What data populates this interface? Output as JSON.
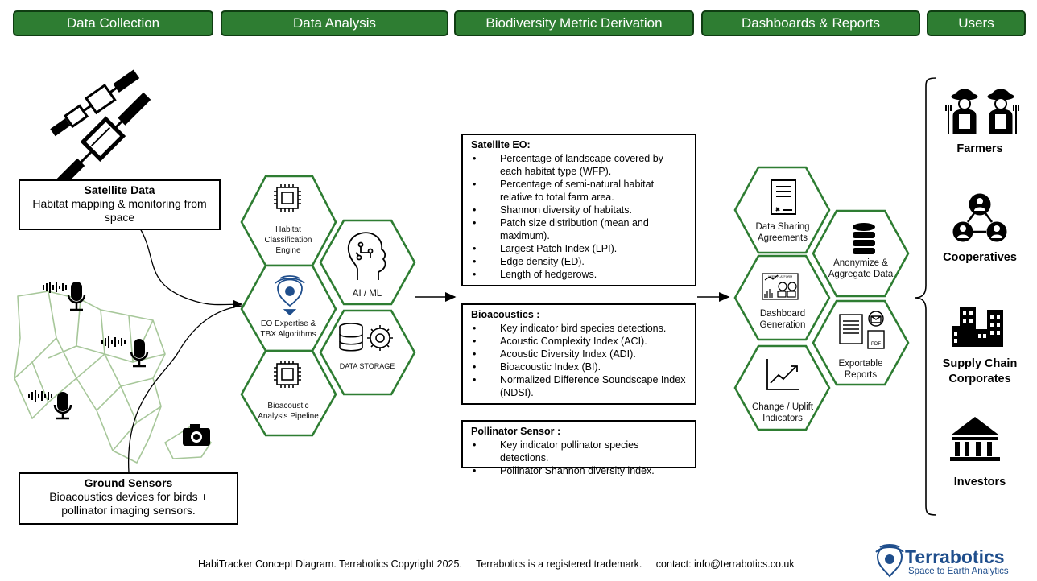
{
  "headers": [
    "Data Collection",
    "Data Analysis",
    "Biodiversity Metric Derivation",
    "Dashboards & Reports",
    "Users"
  ],
  "sources": {
    "satellite": {
      "title": "Satellite Data",
      "desc": "Habitat mapping & monitoring from space"
    },
    "ground": {
      "title": "Ground Sensors",
      "desc": "Bioacoustics devices for birds + pollinator imaging sensors."
    }
  },
  "analysis": {
    "habitat": "Habitat Classification Engine",
    "aiml": "AI / ML",
    "eo": "EO Expertise & TBX Algorithms",
    "storage": "DATA STORAGE",
    "bioacoustic": "Bioacoustic Analysis Pipeline"
  },
  "metrics": {
    "satellite": {
      "title": "Satellite EO:",
      "items": [
        "Percentage of landscape covered by each habitat type (WFP).",
        "Percentage of semi-natural habitat relative to total farm area.",
        "Shannon diversity of habitats.",
        "Patch size distribution (mean and maximum).",
        "Largest Patch Index (LPI).",
        "Edge density (ED).",
        "Length of hedgerows."
      ]
    },
    "bioacoustics": {
      "title": "Bioacoustics :",
      "items": [
        "Key indicator bird species detections.",
        "Acoustic Complexity Index (ACI).",
        "Acoustic Diversity Index (ADI).",
        "Bioacoustic Index (BI).",
        "Normalized Difference Soundscape Index (NDSI)."
      ]
    },
    "pollinator": {
      "title": "Pollinator Sensor :",
      "items": [
        "Key indicator pollinator species detections.",
        "Pollinator Shannon diversity index."
      ]
    }
  },
  "dashboards": {
    "sharing": "Data Sharing Agreements",
    "anonymize": "Anonymize & Aggregate Data",
    "dashboard": "Dashboard Generation",
    "reports": "Exportable Reports",
    "change": "Change / Uplift Indicators",
    "screen_text": "USER PLATFORM",
    "pdf_label": "PDF"
  },
  "users": [
    "Farmers",
    "Cooperatives",
    "Supply Chain Corporates",
    "Investors"
  ],
  "footer": {
    "concept": "HabiTracker Concept Diagram. Terrabotics Copyright 2025.",
    "trademark": "Terrabotics is a registered trademark.",
    "contact": "contact: info@terrabotics.co.uk"
  },
  "brand": {
    "name": "Terrabotics",
    "tagline": "Space to Earth Analytics",
    "color": "#1f4e8c"
  },
  "colors": {
    "accent": "#2e7d32",
    "header_border": "#0f3d12",
    "map_lines": "#a7c79a"
  }
}
